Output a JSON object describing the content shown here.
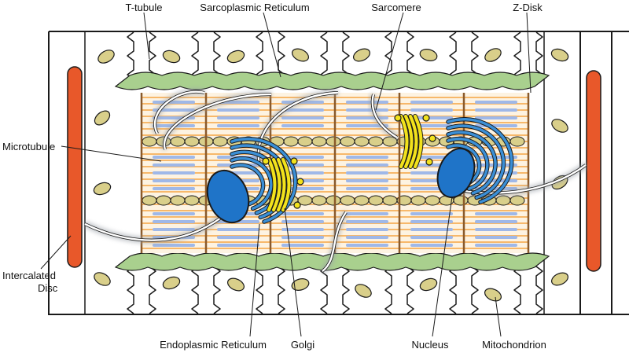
{
  "labels": {
    "t_tubule": "T-tubule",
    "sarcoplasmic_reticulum": "Sarcoplasmic Reticulum",
    "sarcomere": "Sarcomere",
    "z_disk": "Z-Disk",
    "microtubule": "Microtubule",
    "intercalated_disc_line1": "Intercalated",
    "intercalated_disc_line2": "Disc",
    "endoplasmic_reticulum": "Endoplasmic Reticulum",
    "golgi": "Golgi",
    "nucleus": "Nucleus",
    "mitochondrion": "Mitochondrion"
  },
  "colors": {
    "outline": "#1a1a1a",
    "intercalated_disc": "#e8582a",
    "sarcoplasmic_reticulum": "#a9d08e",
    "mitochondrion": "#d9cf8a",
    "myofibril_band": "#f5a442",
    "thick_filament": "#9fb8e8",
    "z_disk": "#8a5a2b",
    "nucleus": "#1f74c8",
    "endoplasmic_reticulum": "#3b8fd6",
    "golgi": "#f2e21c",
    "microtubule": "#ffffff"
  }
}
